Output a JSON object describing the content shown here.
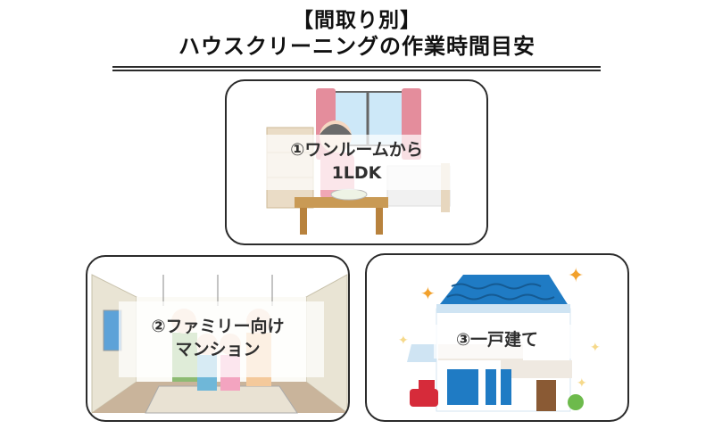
{
  "title": {
    "line1": "【間取り別】",
    "line2": "ハウスクリーニングの作業時間目安"
  },
  "cards": [
    {
      "label_line1": "①ワンルームから",
      "label_line2": "1LDK",
      "illustration": "studio-room-illustration"
    },
    {
      "label_line1": "②ファミリー向け",
      "label_line2": "マンション",
      "illustration": "family-apartment-illustration"
    },
    {
      "label_line1": "③一戸建て",
      "label_line2": "",
      "illustration": "detached-house-illustration"
    }
  ],
  "colors": {
    "text": "#111111",
    "border": "#2b2b2b",
    "roof_blue": "#1f7bc4",
    "curtain_pink": "#e48d9c",
    "sparkle_orange": "#f2a12c",
    "car_red": "#d62b3a"
  }
}
